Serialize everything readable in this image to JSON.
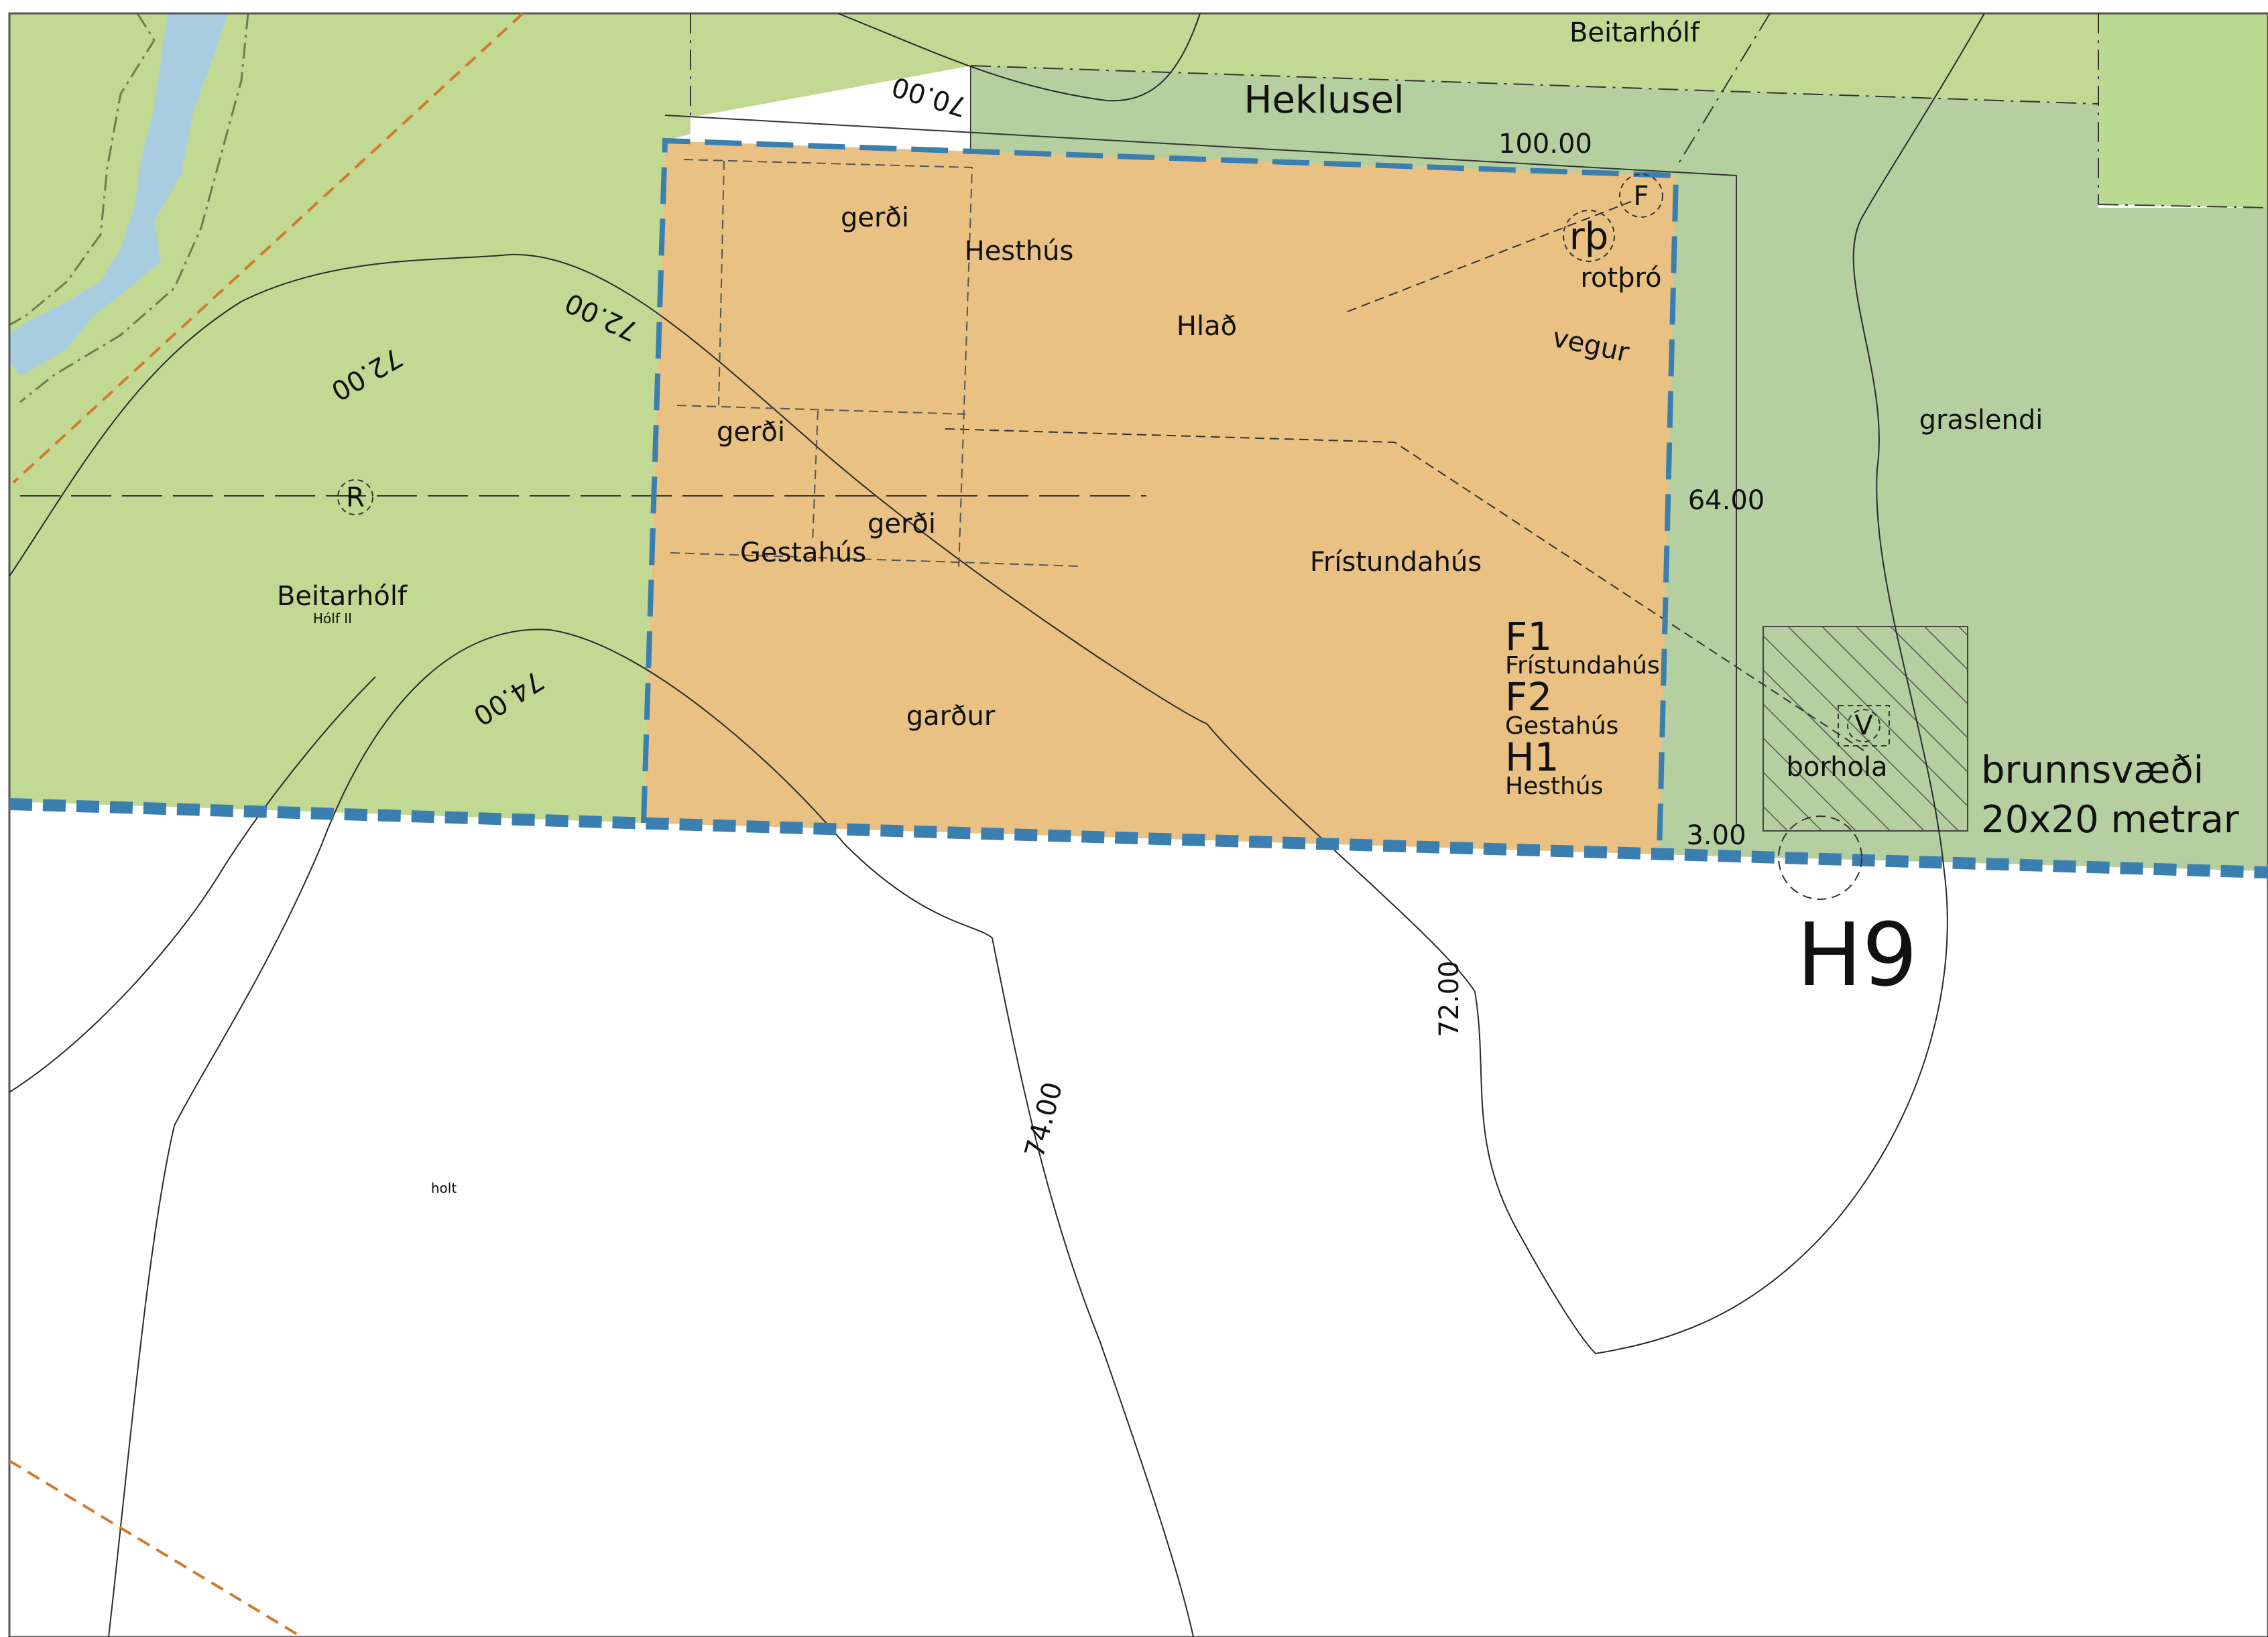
{
  "colors": {
    "grazing_green": "#c2d994",
    "light_green": "#b9da90",
    "grassland": "#b6cfa0",
    "plot_orange": "#e9c183",
    "water": "#a9cde0",
    "boundary_blue": "#3b7fb1",
    "road_orange": "#d27a2c",
    "white": "#ffffff"
  },
  "labels": {
    "beitarholf_top": "Beitarhólf",
    "heklusel": "Heklusel",
    "dim_100": "100.00",
    "dim_64": "64.00",
    "dim_3": "3.00",
    "gerdi_1": "gerði",
    "gerdi_2": "gerði",
    "gerdi_3": "gerði",
    "hesthus": "Hesthús",
    "hlad": "Hlað",
    "rotthro": "rotþró",
    "vegur": "vegur",
    "rth": "rþ",
    "f_marker": "F",
    "r_marker": "R",
    "v_marker": "V",
    "gestahus": "Gestahús",
    "fristundahus": "Frístundahús",
    "gardur": "garður",
    "graslendi": "graslendi",
    "borhola": "borhola",
    "brunnsvaedi_1": "brunnsvæði",
    "brunnsvaedi_2": "20x20 metrar",
    "h9": "H9",
    "beitarholf_left": "Beitarhólf",
    "holf_ii": "Hólf II",
    "holt": "holt"
  },
  "legend_codes": [
    {
      "code": "F1",
      "name": "Frístundahús"
    },
    {
      "code": "F2",
      "name": "Gestahús"
    },
    {
      "code": "H1",
      "name": "Hesthús"
    }
  ],
  "contour_labels": {
    "c70": "70.00",
    "c72a": "72.00",
    "c72b": "72.00",
    "c74a": "74.00",
    "c72c": "72.00",
    "c74b": "74.00"
  }
}
